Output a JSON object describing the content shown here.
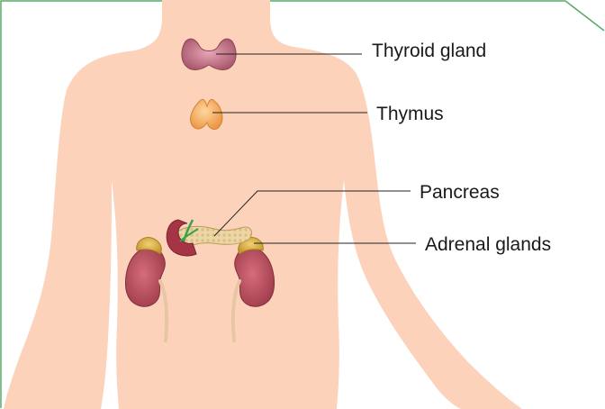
{
  "labels": {
    "thyroid": "Thyroid gland",
    "thymus": "Thymus",
    "pancreas": "Pancreas",
    "adrenal": "Adrenal glands"
  },
  "colors": {
    "skin": "#fcd2bb",
    "border": "#5aa86a",
    "thyroid": "#b76a7e",
    "thymus": "#f2a655",
    "kidney": "#b24a5a",
    "adrenal": "#d4a93a",
    "pancreas": "#e7cf9c",
    "leader_line": "#222222"
  }
}
